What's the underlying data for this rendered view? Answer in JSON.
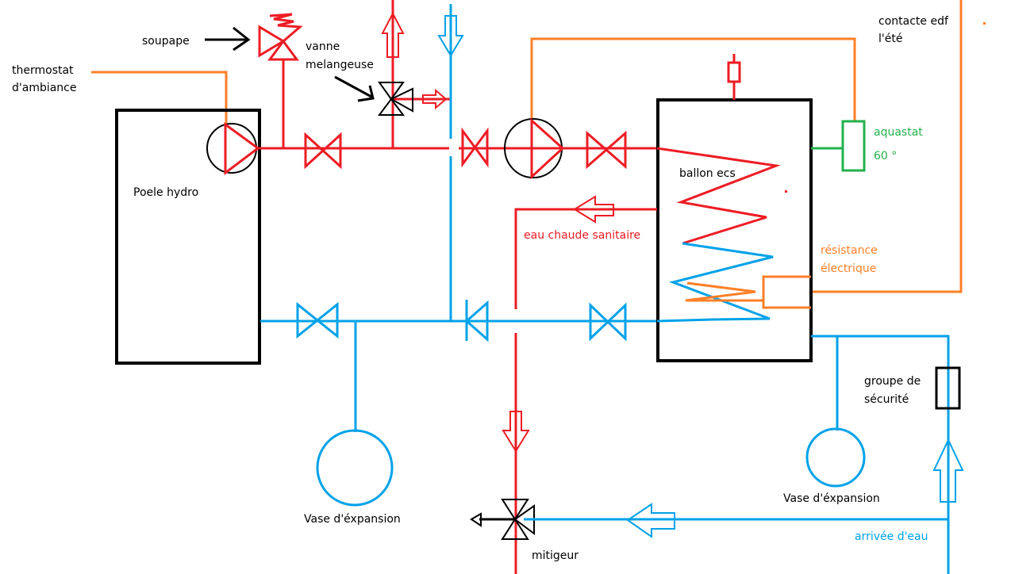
{
  "diagram": {
    "title": "Schéma installation poêle hydro + ballon ECS",
    "colors": {
      "hot_water": "#ed1c24",
      "cold_water": "#00a2e8",
      "electrical": "#ff7f27",
      "aquastat": "#22b14c",
      "equipment": "#000000",
      "background": "#ffffff"
    },
    "labels": {
      "soupape": "soupape",
      "thermostat_line1": "thermostat",
      "thermostat_line2": "d'ambiance",
      "vanne_line1": "vanne",
      "vanne_line2": "melangeuse",
      "poele": "Poele hydro",
      "contacte_line1": "contacte edf",
      "contacte_line2": "l'été",
      "aquastat": "aquastat",
      "aquastat_temp": "60 °",
      "ballon": "ballon ecs",
      "eau_chaude": "eau chaude sanitaire",
      "resistance_line1": "résistance",
      "resistance_line2": "électrique",
      "groupe_line1": "groupe de",
      "groupe_line2": "sécurité",
      "vase_left": "Vase d'éxpansion",
      "vase_right": "Vase d'éxpansion",
      "arrivee": "arrivée d'eau",
      "mitigeur": "mitigeur"
    },
    "components": [
      {
        "name": "poele-hydro",
        "type": "boiler",
        "icon": "rectangle"
      },
      {
        "name": "circulator-pump-poele",
        "type": "pump",
        "icon": "circle-triangle"
      },
      {
        "name": "circulator-pump-ballon",
        "type": "pump",
        "icon": "circle-triangle"
      },
      {
        "name": "safety-valve",
        "type": "soupape",
        "icon": "spring-valve"
      },
      {
        "name": "mixing-valve",
        "type": "three-way-valve",
        "icon": "three-way-valve"
      },
      {
        "name": "ballon-ecs",
        "type": "tank",
        "icon": "rectangle"
      },
      {
        "name": "aquastat",
        "type": "sensor",
        "icon": "rectangle"
      },
      {
        "name": "electric-resistance",
        "type": "heater",
        "icon": "zigzag-box"
      },
      {
        "name": "groupe-de-securite",
        "type": "safety-group",
        "icon": "rectangle"
      },
      {
        "name": "expansion-vessel-left",
        "type": "vessel",
        "icon": "circle"
      },
      {
        "name": "expansion-vessel-right",
        "type": "vessel",
        "icon": "circle"
      },
      {
        "name": "mitigeur",
        "type": "thermostatic-mixer",
        "icon": "three-way-valve"
      },
      {
        "name": "check-valve",
        "type": "clapet",
        "icon": "check-valve"
      },
      {
        "name": "purge-valve",
        "type": "air-vent",
        "icon": "rectangle"
      }
    ]
  }
}
